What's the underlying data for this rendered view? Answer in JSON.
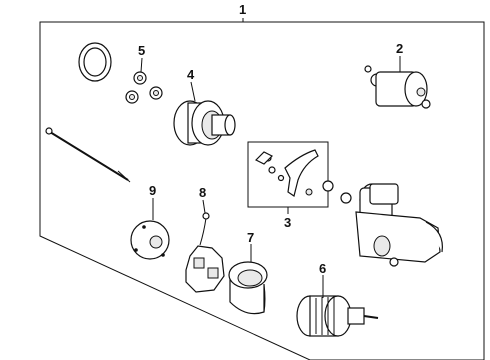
{
  "diagram": {
    "callouts": {
      "c1": "1",
      "c2": "2",
      "c3": "3",
      "c4": "4",
      "c5": "5",
      "c6": "6",
      "c7": "7",
      "c8": "8",
      "c9": "9"
    },
    "parts": [
      "o-ring-seal",
      "pinion-gears",
      "overrunning-clutch-drive",
      "solenoid-switch",
      "through-bolt",
      "drive-lever-kit",
      "starter-assembly",
      "end-frame-plate",
      "brush-holder",
      "yoke-field-frame",
      "armature"
    ]
  }
}
